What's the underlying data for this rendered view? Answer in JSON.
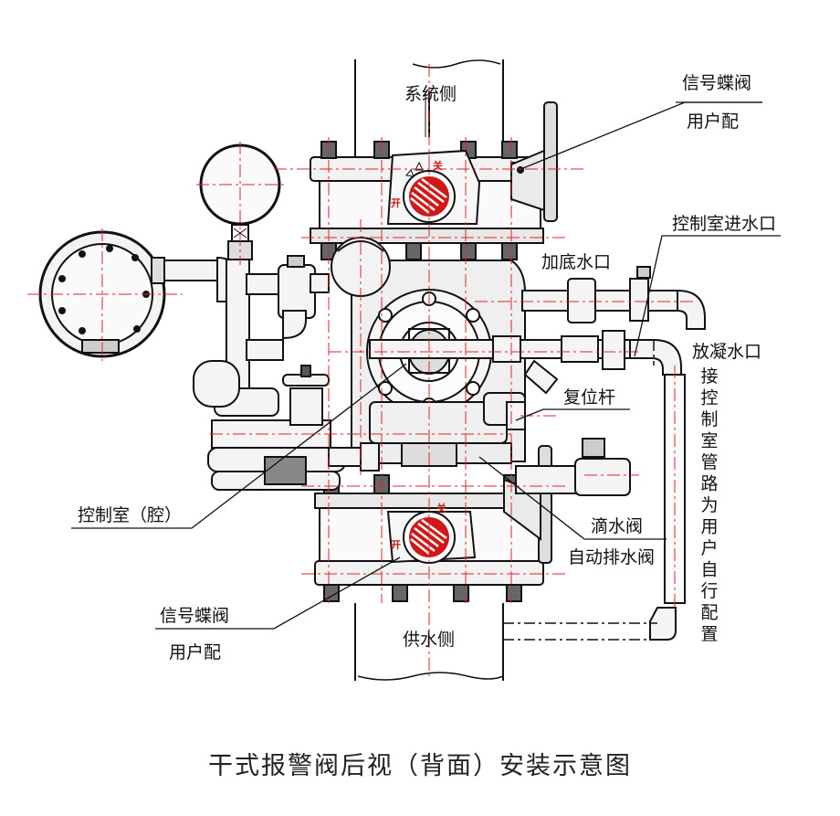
{
  "labels": {
    "system_side": "系统侧",
    "signal_valve_top_line1": "信号蝶阀",
    "signal_valve_top_line2": "用户配",
    "control_inlet": "控制室进水口",
    "fill_port": "加底水口",
    "condensate_port": "放凝水口",
    "reset_lever": "复位杆",
    "control_chamber": "控制室（腔）",
    "drip_valve": "滴水阀",
    "auto_drain": "自动排水阀",
    "signal_valve_bottom_line1": "信号蝶阀",
    "signal_valve_bottom_line2": "用户配",
    "supply_side": "供水侧",
    "vertical_note": "接控制室管路为用户自行配置"
  },
  "dial": {
    "close": "关",
    "open": "开"
  },
  "caption": "干式报警阀后视（背面）安装示意图",
  "colors": {
    "line": "#111111",
    "center_line": "#e0242b",
    "dial_red": "#d01818",
    "body_grey": "#efefef"
  }
}
